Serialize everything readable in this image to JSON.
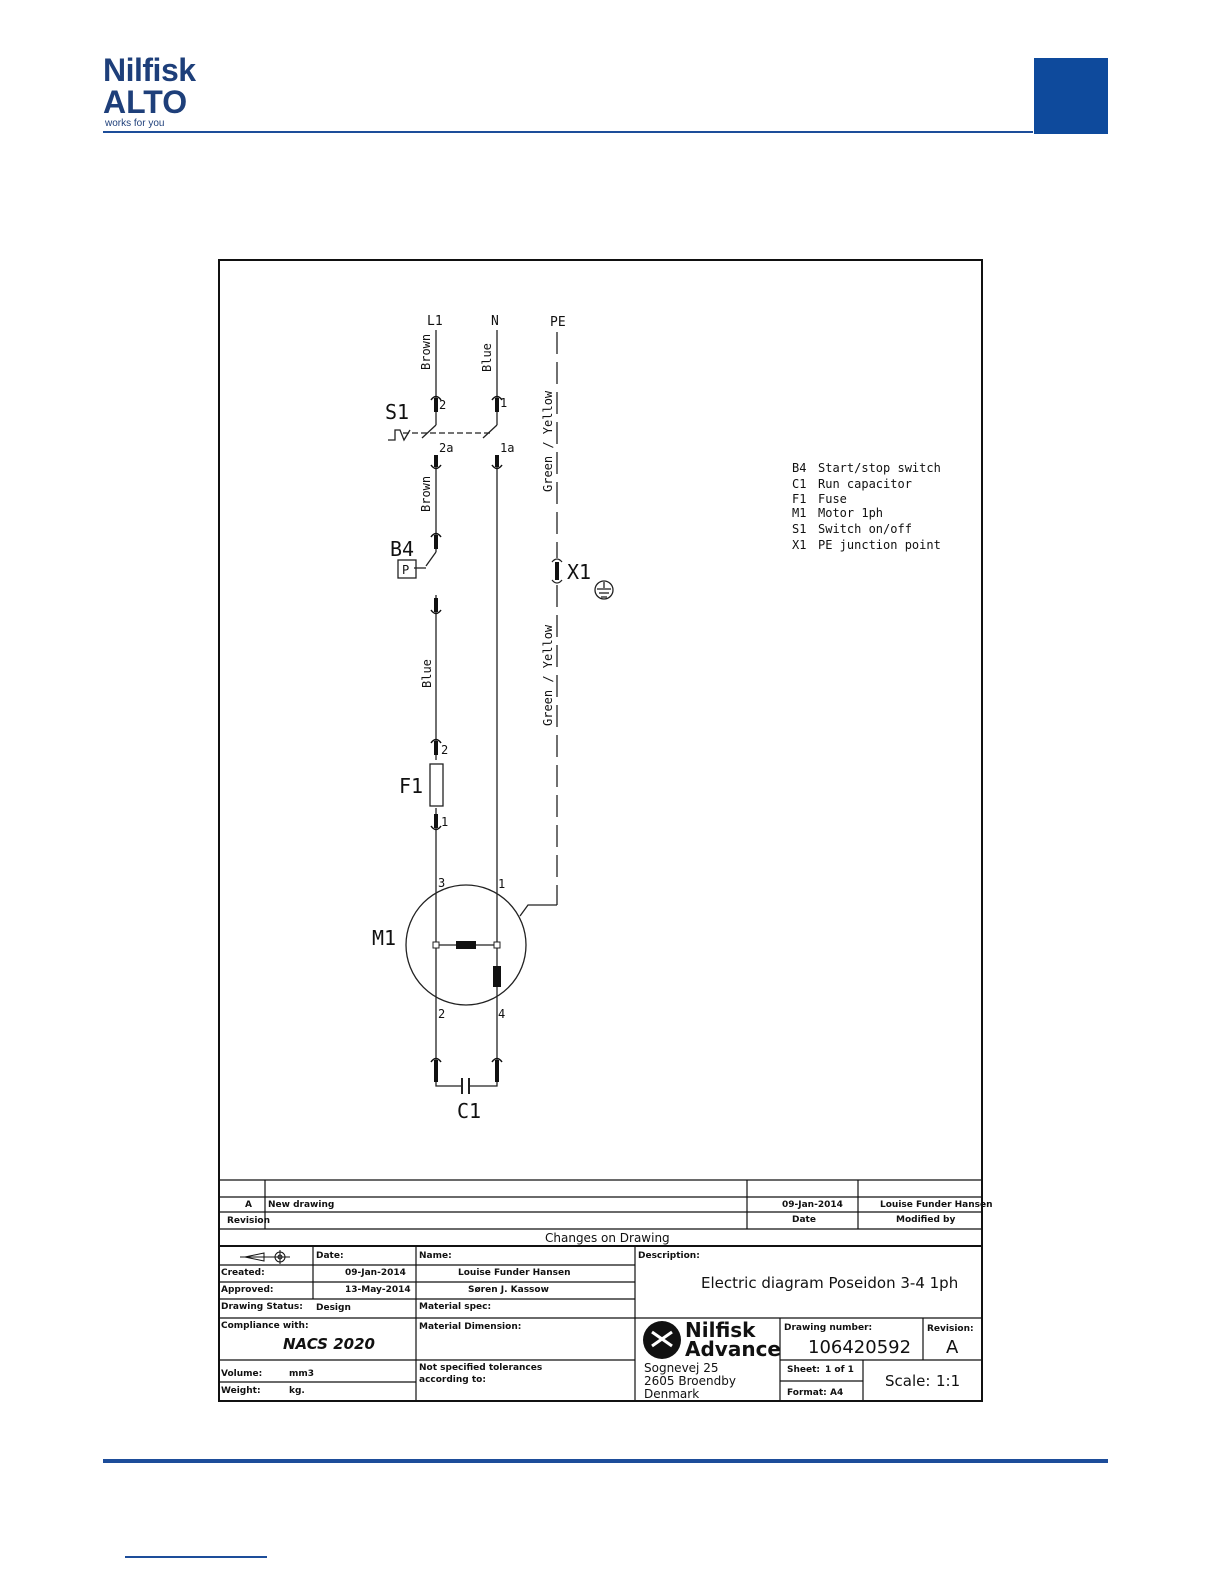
{
  "header": {
    "logo_line1": "Nilfisk",
    "logo_line2": "ALTO",
    "tagline": "works for you",
    "brand_color": "#0e4a9c"
  },
  "diagram": {
    "supply_labels": [
      "L1",
      "N",
      "PE"
    ],
    "wire_colors": {
      "l1_top": "Brown",
      "n_top": "Blue",
      "pe_top": "Green / Yellow",
      "mid": "Brown",
      "lower": "Blue",
      "pe_lower": "Green / Yellow"
    },
    "components": {
      "s1": "S1",
      "b4": "B4",
      "b4_box": "P",
      "f1": "F1",
      "m1": "M1",
      "c1": "C1",
      "x1": "X1"
    },
    "terminals": {
      "s1_top_l": "2",
      "s1_top_n": "1",
      "s1_out_l": "2a",
      "s1_out_n": "1a",
      "f1_top": "2",
      "f1_bot": "1",
      "m1_tl": "3",
      "m1_tr": "1",
      "m1_bl": "2",
      "m1_br": "4"
    },
    "legend": [
      {
        "code": "B4",
        "desc": "Start/stop switch"
      },
      {
        "code": "C1",
        "desc": "Run capacitor"
      },
      {
        "code": "F1",
        "desc": "Fuse"
      },
      {
        "code": "M1",
        "desc": "Motor 1ph"
      },
      {
        "code": "S1",
        "desc": "Switch on/off"
      },
      {
        "code": "X1",
        "desc": "PE junction point"
      }
    ]
  },
  "revision_table": {
    "revision": "A",
    "description": "New drawing",
    "date": "09-Jan-2014",
    "modified_by": "Louise Funder Hansen",
    "hdr_revision": "Revision",
    "hdr_date": "Date",
    "hdr_modified": "Modified by",
    "caption": "Changes on Drawing"
  },
  "title_block": {
    "date_label": "Date:",
    "name_label": "Name:",
    "description_label": "Description:",
    "created_label": "Created:",
    "created_date": "09-Jan-2014",
    "created_name": "Louise Funder Hansen",
    "approved_label": "Approved:",
    "approved_date": "13-May-2014",
    "approved_name": "Søren J. Kassow",
    "status_label": "Drawing Status:",
    "status_value": "Design",
    "material_spec_label": "Material spec:",
    "compliance_label": "Compliance with:",
    "compliance_value": "NACS 2020",
    "material_dim_label": "Material Dimension:",
    "volume_label": "Volume:",
    "volume_unit": "mm3",
    "weight_label": "Weight:",
    "weight_unit": "kg.",
    "tolerance_line1": "Not specified tolerances",
    "tolerance_line2": "according to:",
    "description_value": "Electric diagram Poseidon 3-4 1ph",
    "company_line1": "Nilfisk",
    "company_line2": "Advance",
    "address_line1": "Sognevej 25",
    "address_line2": "2605 Broendby",
    "address_line3": "Denmark",
    "drawing_number_label": "Drawing number:",
    "drawing_number": "106420592",
    "revision_label": "Revision:",
    "revision_value": "A",
    "sheet_label": "Sheet:",
    "sheet_value": "1 of 1",
    "format_label": "Format:",
    "format_value": "A4",
    "scale_label": "Scale:",
    "scale_value": "1:1"
  }
}
